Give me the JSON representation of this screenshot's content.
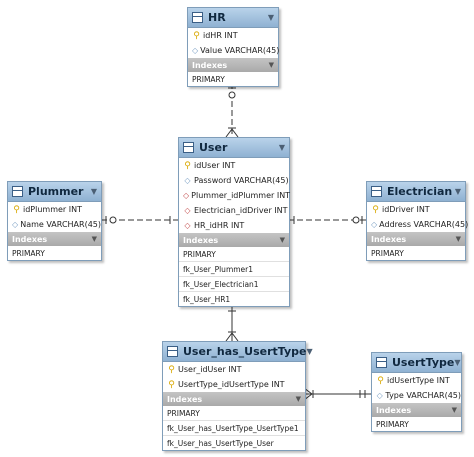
{
  "tables": {
    "hr": {
      "title": "HR",
      "columns": [
        {
          "kind": "key",
          "text": "idHR INT"
        },
        {
          "kind": "attr",
          "text": "Value VARCHAR(45)"
        }
      ],
      "indexes_label": "Indexes",
      "indexes": [
        "PRIMARY"
      ]
    },
    "user": {
      "title": "User",
      "columns": [
        {
          "kind": "key",
          "text": "idUser INT"
        },
        {
          "kind": "attr",
          "text": "Password VARCHAR(45)"
        },
        {
          "kind": "fk",
          "text": "Plummer_idPlummer INT"
        },
        {
          "kind": "fk",
          "text": "Electrician_idDriver INT"
        },
        {
          "kind": "fk",
          "text": "HR_idHR INT"
        }
      ],
      "indexes_label": "Indexes",
      "indexes": [
        "PRIMARY",
        "fk_User_Plummer1",
        "fk_User_Electrician1",
        "fk_User_HR1"
      ]
    },
    "plummer": {
      "title": "Plummer",
      "columns": [
        {
          "kind": "key",
          "text": "idPlummer INT"
        },
        {
          "kind": "attr",
          "text": "Name VARCHAR(45)"
        }
      ],
      "indexes_label": "Indexes",
      "indexes": [
        "PRIMARY"
      ]
    },
    "electrician": {
      "title": "Electrician",
      "columns": [
        {
          "kind": "key",
          "text": "idDriver INT"
        },
        {
          "kind": "attr",
          "text": "Address VARCHAR(45)"
        }
      ],
      "indexes_label": "Indexes",
      "indexes": [
        "PRIMARY"
      ]
    },
    "user_has_usertype": {
      "title": "User_has_UsertType",
      "columns": [
        {
          "kind": "key",
          "text": "User_idUser INT"
        },
        {
          "kind": "key",
          "text": "UsertType_idUsertType INT"
        }
      ],
      "indexes_label": "Indexes",
      "indexes": [
        "PRIMARY",
        "fk_User_has_UsertType_UsertType1",
        "fk_User_has_UsertType_User"
      ]
    },
    "usertype": {
      "title": "UsertType",
      "columns": [
        {
          "kind": "key",
          "text": "idUsertType INT"
        },
        {
          "kind": "attr",
          "text": "Type VARCHAR(45)"
        }
      ],
      "indexes_label": "Indexes",
      "indexes": [
        "PRIMARY"
      ]
    }
  },
  "relationships": [
    {
      "from": "HR",
      "to": "User",
      "from_end": "one-or-zero",
      "to_end": "one-and-many"
    },
    {
      "from": "Plummer",
      "to": "User",
      "from_end": "one-or-zero",
      "to_end": "one"
    },
    {
      "from": "Electrician",
      "to": "User",
      "from_end": "one-or-zero",
      "to_end": "one"
    },
    {
      "from": "User",
      "to": "User_has_UsertType",
      "from_end": "one",
      "to_end": "many"
    },
    {
      "from": "UsertType",
      "to": "User_has_UsertType",
      "from_end": "one",
      "to_end": "many"
    }
  ],
  "colors": {
    "header": "#9ebfde",
    "border": "#7f9db9",
    "indexes_bar": "#b5b5b5",
    "key_icon": "#d9a800",
    "connector": "#333333"
  }
}
